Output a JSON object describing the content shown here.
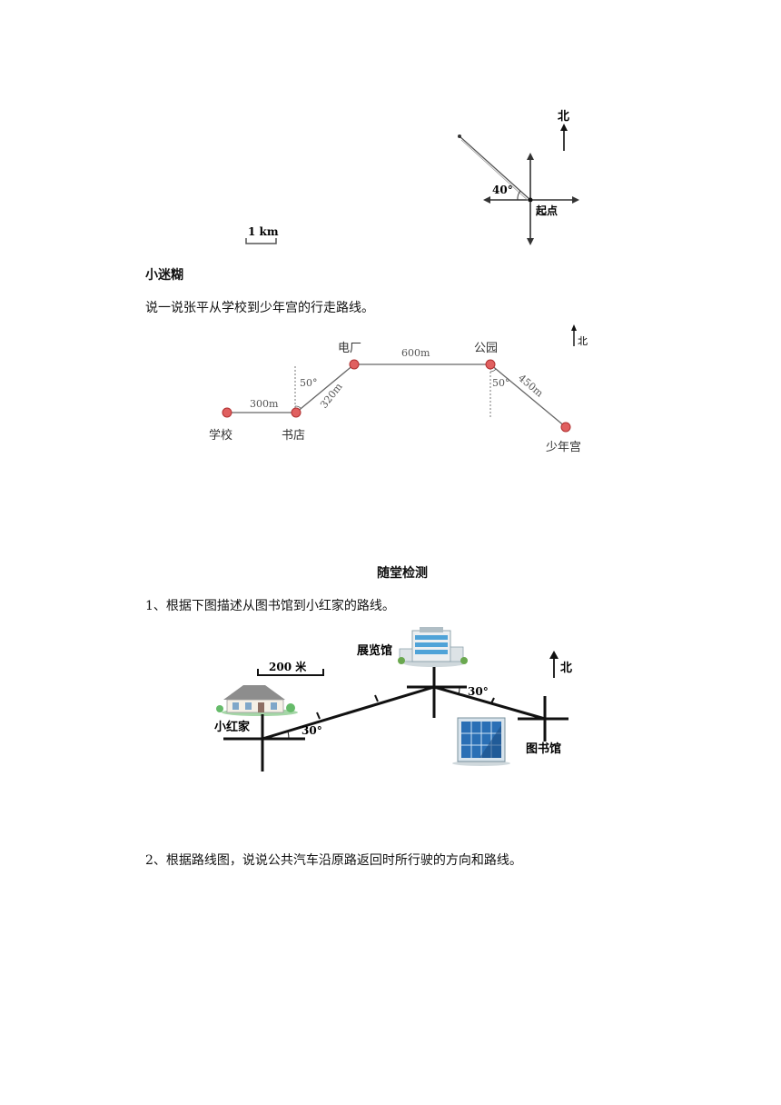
{
  "figure1": {
    "north_label": "北",
    "angle_label": "40°",
    "start_label": "起点",
    "scale_label": "1 km"
  },
  "section1": {
    "title": "小迷糊",
    "question": "说一说张平从学校到少年宫的行走路线。"
  },
  "figure2": {
    "places": [
      "学校",
      "书店",
      "电厂",
      "公园",
      "少年宫"
    ],
    "distances": [
      "300m",
      "320m",
      "600m",
      "450m"
    ],
    "angles": [
      "50°",
      "50°"
    ],
    "north_label": "北"
  },
  "section2": {
    "title": "随堂检测",
    "question1": "1、根据下图描述从图书馆到小红家的路线。",
    "question2": "2、根据路线图，说说公共汽车沿原路返回时所行驶的方向和路线。"
  },
  "figure3": {
    "scale_label": "200 米",
    "exhibition_label": "展览馆",
    "home_label": "小红家",
    "library_label": "图书馆",
    "angles": [
      "30°",
      "30°"
    ],
    "north_label": "北"
  }
}
